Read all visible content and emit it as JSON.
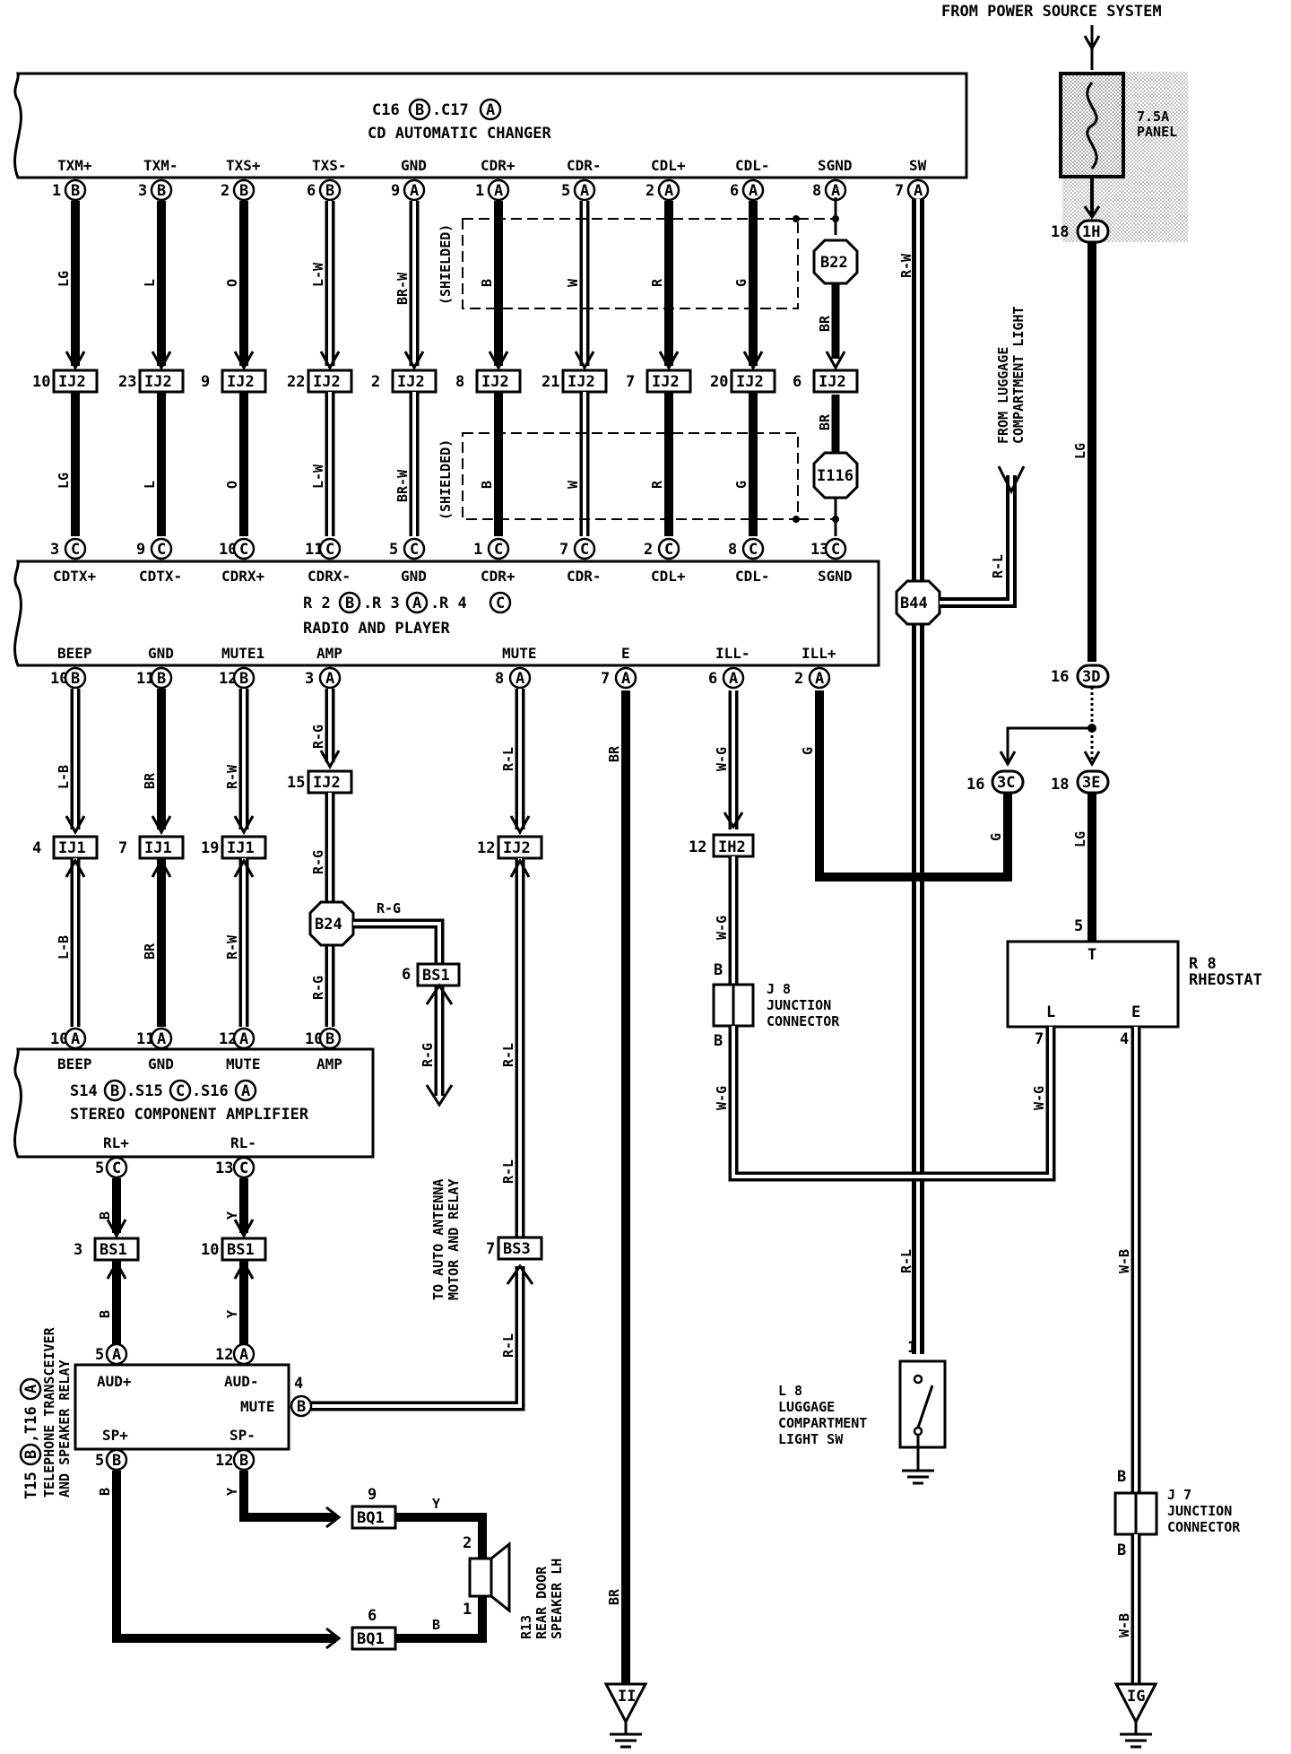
{
  "header": {
    "power_source": "FROM POWER SOURCE SYSTEM"
  },
  "fuse": {
    "rating": "7.5A",
    "label": "PANEL",
    "conn_pin": "18",
    "conn": "1H"
  },
  "cd_changer": {
    "id_a": "C16",
    "id_a_suffix": "B",
    "id_b": "C17",
    "id_b_suffix": "A",
    "name": "CD AUTOMATIC CHANGER",
    "terminals": [
      "TXM+",
      "TXM-",
      "TXS+",
      "TXS-",
      "GND",
      "CDR+",
      "CDR-",
      "CDL+",
      "CDL-",
      "SGND",
      "SW"
    ],
    "pins": [
      "1",
      "3",
      "2",
      "6",
      "9",
      "1",
      "5",
      "2",
      "6",
      "8",
      "7"
    ],
    "pin_conn": [
      "B",
      "B",
      "B",
      "B",
      "A",
      "A",
      "A",
      "A",
      "A",
      "A",
      "A"
    ]
  },
  "wires_upper": [
    "LG",
    "L",
    "O",
    "L-W",
    "BR-W",
    "B",
    "W",
    "R",
    "G",
    "BR"
  ],
  "sw_wire": "R-W",
  "shielded": "(SHIELDED)",
  "ij2_upper": {
    "name": "IJ2",
    "pins": [
      "10",
      "23",
      "9",
      "22",
      "2",
      "8",
      "21",
      "7",
      "20",
      "6"
    ]
  },
  "wires_mid": [
    "LG",
    "L",
    "O",
    "L-W",
    "BR-W",
    "B",
    "W",
    "R",
    "G",
    "BR"
  ],
  "splices": {
    "b22": "B22",
    "i116": "I116",
    "b44": "B44",
    "b24": "B24"
  },
  "radio": {
    "id": "R 2",
    "id_suffix": "B",
    "id2": "R 3",
    "id2_suffix": "A",
    "id3": "R 4",
    "id3_suffix": "C",
    "name": "RADIO AND PLAYER",
    "top_terminals": [
      "CDTX+",
      "CDTX-",
      "CDRX+",
      "CDRX-",
      "GND",
      "CDR+",
      "CDR-",
      "CDL+",
      "CDL-",
      "SGND"
    ],
    "top_pins": [
      "3",
      "9",
      "10",
      "11",
      "5",
      "1",
      "7",
      "2",
      "8",
      "13"
    ],
    "top_conn": "C",
    "bottom_terminals": [
      "BEEP",
      "GND",
      "MUTE1",
      "AMP",
      "MUTE",
      "E",
      "ILL-",
      "ILL+"
    ],
    "bottom_pins": [
      "10",
      "11",
      "12",
      "3",
      "8",
      "7",
      "6",
      "2"
    ],
    "bottom_conn": [
      "B",
      "B",
      "B",
      "A",
      "A",
      "A",
      "A",
      "A"
    ]
  },
  "luggage_light": {
    "text1": "FROM LUGGAGE",
    "text2": "COMPARTMENT LIGHT",
    "wire": "R-L"
  },
  "lg_wire": "LG",
  "j3": {
    "pin_d": "16",
    "conn_d": "3D",
    "pin_c": "16",
    "conn_c": "3C",
    "pin_e": "18",
    "conn_e": "3E"
  },
  "wires_lower": [
    "L-B",
    "BR",
    "R-W",
    "R-G",
    "R-L",
    "BR",
    "W-G",
    "G"
  ],
  "ij1": {
    "name": "IJ1",
    "pins": [
      "4",
      "7",
      "19"
    ]
  },
  "ij2_lower": {
    "name": "IJ2",
    "pins": [
      "15",
      "12"
    ]
  },
  "ih2": {
    "name": "IH2",
    "pin": "12"
  },
  "bs1_antenna": {
    "name": "BS1",
    "pin": "6",
    "wire_a": "R-G",
    "wire_b": "R-G"
  },
  "antenna_text": {
    "line1": "TO AUTO ANTENNA",
    "line2": "MOTOR AND RELAY"
  },
  "j8": {
    "id": "J 8",
    "line1": "JUNCTION",
    "line2": "CONNECTOR",
    "pin_top": "B",
    "pin_bottom": "B",
    "wire_top": "W-G",
    "wire_bottom": "W-G"
  },
  "rheostat": {
    "id": "R 8",
    "name": "RHEOSTAT",
    "t": "T",
    "l": "L",
    "e": "E",
    "pin_t": "5",
    "pin_l": "7",
    "pin_e": "4",
    "wire_t": "LG",
    "wire_l": "W-G",
    "wire_e": "W-B",
    "wire_g": "G"
  },
  "amplifier": {
    "id": "S14",
    "id_suffix": "B",
    "id2": "S15",
    "id2_suffix": "C",
    "id3": "S16",
    "id3_suffix": "A",
    "name": "STEREO COMPONENT AMPLIFIER",
    "top_terminals": [
      "BEEP",
      "GND",
      "MUTE",
      "AMP"
    ],
    "top_pins": [
      "10",
      "11",
      "12",
      "10"
    ],
    "top_conn": [
      "A",
      "A",
      "A",
      "B"
    ],
    "bottom_terminals": [
      "RL+",
      "RL-"
    ],
    "bottom_pins": [
      "5",
      "13"
    ],
    "bottom_conn": "C"
  },
  "wires_amp_out": [
    "B",
    "Y"
  ],
  "bs1_lower": {
    "name": "BS1",
    "pins": [
      "3",
      "10"
    ]
  },
  "wires_tel_in": [
    "B",
    "Y"
  ],
  "bs3": {
    "name": "BS3",
    "pin": "7",
    "wire_a": "R-L",
    "wire_b": "R-L"
  },
  "telephone": {
    "id": "T15",
    "id_suffix": "B",
    "id2": "T16",
    "id2_suffix": "A",
    "name1": "TELEPHONE TRANSCEIVER",
    "name2": "AND SPEAKER RELAY",
    "terminals": [
      "AUD+",
      "AUD-",
      "MUTE",
      "SP+",
      "SP-"
    ],
    "pins": [
      "5",
      "12",
      "4",
      "5",
      "12"
    ],
    "pin_conn": [
      "A",
      "A",
      "B",
      "B",
      "B"
    ],
    "wire_sp_plus": "B",
    "wire_sp_minus": "Y"
  },
  "bq1": {
    "name": "BQ1",
    "pin_top": "9",
    "pin_bottom": "6",
    "wire_top": "Y",
    "wire_bottom": "B"
  },
  "speaker": {
    "id": "R13",
    "name1": "REAR DOOR",
    "name2": "SPEAKER LH",
    "pin_top": "2",
    "pin_bottom": "1"
  },
  "ground_ii": {
    "label": "II",
    "wire": "BR"
  },
  "luggage_sw": {
    "id": "L 8",
    "line1": "LUGGAGE",
    "line2": "COMPARTMENT",
    "line3": "LIGHT SW",
    "pin": "1",
    "wire": "R-L"
  },
  "j7": {
    "id": "J 7",
    "line1": "JUNCTION",
    "line2": "CONNECTOR",
    "pin_top": "B",
    "pin_bottom": "B",
    "wire_top": "W-B",
    "wire_bottom": "W-B"
  },
  "ground_ig": {
    "label": "IG"
  }
}
